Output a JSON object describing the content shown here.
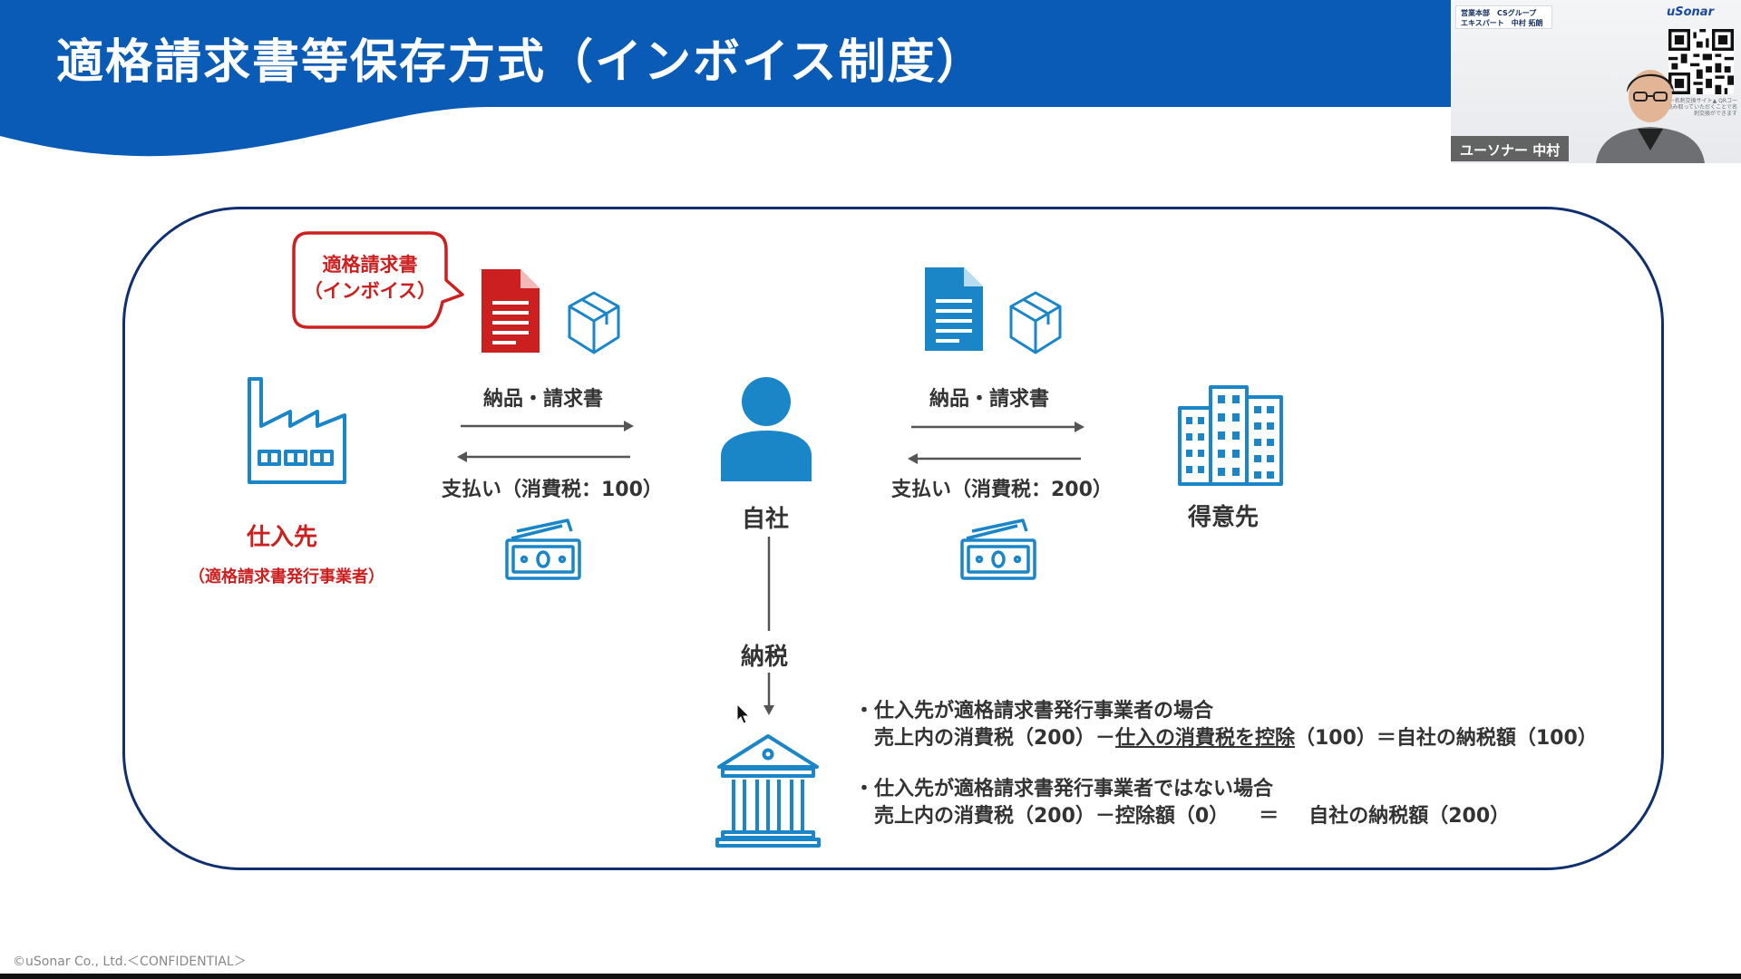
{
  "slide": {
    "title": "適格請求書等保存方式（インボイス制度）",
    "footer": "©uSonar Co., Ltd.＜CONFIDENTIAL＞"
  },
  "video": {
    "banner_line1": "営業本部　CSグループ",
    "banner_line2": "エキスパート　中村 拓朗",
    "logo_text": "uSonar",
    "qr_caption": "セミナー名刺交換サイト▲ QRコードを読み取っていただくことで名刺交換ができます",
    "participant_name": "ユーソナー 中村"
  },
  "diagram": {
    "bubble_line1": "適格請求書",
    "bubble_line2": "（インボイス）",
    "supplier_name": "仕入先",
    "supplier_sub": "（適格請求書発行事業者）",
    "company_name": "自社",
    "customer_name": "得意先",
    "left_top_label": "納品・請求書",
    "left_bottom_label": "支払い（消費税：100）",
    "right_top_label": "納品・請求書",
    "right_bottom_label": "支払い（消費税：200）",
    "tax_label": "納税"
  },
  "notes": {
    "case1_title": "・仕入先が適格請求書発行事業者の場合",
    "case1_a": "売上内の消費税（200）－",
    "case1_u": "仕入の消費税を控除",
    "case1_b": "（100）＝自社の納税額（100）",
    "case2_title": "・仕入先が適格請求書発行事業者ではない場合",
    "case2_a": "売上内の消費税（200）－控除額（0）",
    "case2_eq": "＝",
    "case2_b": "自社の納税額（200）"
  },
  "colors": {
    "header_blue": "#0a5bb5",
    "icon_blue": "#1a86c8",
    "accent_red": "#cc1f1f",
    "frame_navy": "#0f2f6e"
  }
}
